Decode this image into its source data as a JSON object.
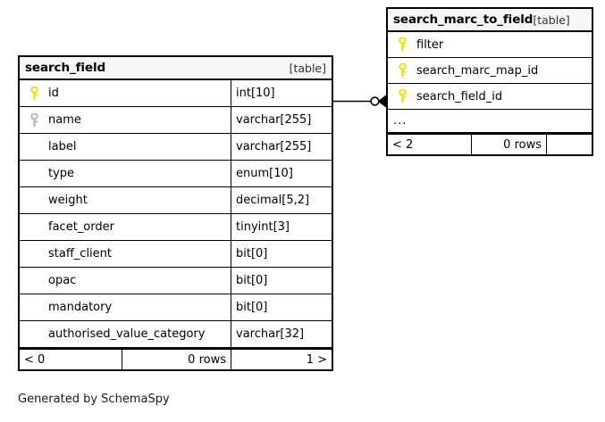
{
  "diagram": {
    "caption": "Generated by SchemaSpy",
    "background": "#ffffff",
    "border_color": "#000000",
    "header_background": "#f7f7f5",
    "primary_key_color": "#e8e400",
    "index_key_color": "#b4b4b4"
  },
  "tables": [
    {
      "id": "search_field",
      "name": "search_field",
      "tag": "[table]",
      "columns": [
        {
          "key": "primary",
          "name": "id",
          "type": "int[10]"
        },
        {
          "key": "index",
          "name": "name",
          "type": "varchar[255]"
        },
        {
          "key": "none",
          "name": "label",
          "type": "varchar[255]"
        },
        {
          "key": "none",
          "name": "type",
          "type": "enum[10]"
        },
        {
          "key": "none",
          "name": "weight",
          "type": "decimal[5,2]"
        },
        {
          "key": "none",
          "name": "facet_order",
          "type": "tinyint[3]"
        },
        {
          "key": "none",
          "name": "staff_client",
          "type": "bit[0]"
        },
        {
          "key": "none",
          "name": "opac",
          "type": "bit[0]"
        },
        {
          "key": "none",
          "name": "mandatory",
          "type": "bit[0]"
        },
        {
          "key": "none",
          "name": "authorised_value_category",
          "type": "varchar[32]"
        }
      ],
      "footer": {
        "parents": "< 0",
        "rows": "0 rows",
        "children": "1 >"
      }
    },
    {
      "id": "search_marc_to_field",
      "name": "search_marc_to_field",
      "tag": "[table]",
      "columns": [
        {
          "key": "primary",
          "name": "filter",
          "type": ""
        },
        {
          "key": "primary",
          "name": "search_marc_map_id",
          "type": ""
        },
        {
          "key": "primary",
          "name": "search_field_id",
          "type": ""
        }
      ],
      "more_indicator": "...",
      "footer": {
        "parents": "< 2",
        "rows": "0 rows",
        "children": ""
      }
    }
  ],
  "relationship": {
    "from_table": "search_field",
    "from_column": "id",
    "to_table": "search_marc_to_field",
    "to_column": "search_field_id",
    "notation": "zero-or-many"
  }
}
